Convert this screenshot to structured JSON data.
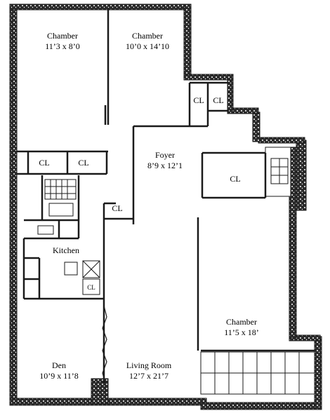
{
  "rooms": {
    "chamber_nw": {
      "name": "Chamber",
      "dims": "11’3 x 8’0"
    },
    "chamber_n": {
      "name": "Chamber",
      "dims": "10’0 x 14’10"
    },
    "foyer": {
      "name": "Foyer",
      "dims": "8’9 x 12’1"
    },
    "kitchen": {
      "name": "Kitchen"
    },
    "chamber_se": {
      "name": "Chamber",
      "dims": "11’5 x 18’"
    },
    "den": {
      "name": "Den",
      "dims": "10’9 x 11’8"
    },
    "living_room": {
      "name": "Living Room",
      "dims": "12’7 x 21’7"
    }
  },
  "closets": {
    "cl_1": "CL",
    "cl_2": "CL",
    "cl_3": "CL",
    "cl_4": "CL",
    "cl_5": "CL",
    "cl_6": "CL",
    "cl_7": "CL"
  },
  "colors": {
    "wall": "#1a1a1a",
    "background": "#ffffff"
  }
}
